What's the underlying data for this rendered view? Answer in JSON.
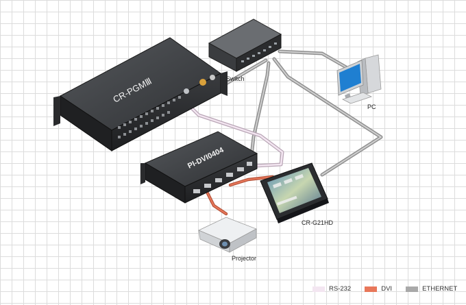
{
  "devices": {
    "main_processor": {
      "name": "CR-PGMⅢ"
    },
    "switcher": {
      "name": "PI-DVI0404"
    },
    "network_switch": {
      "label": "Switch"
    },
    "pc": {
      "label": "PC"
    },
    "touch_panel": {
      "label": "CR-G21HD"
    },
    "projector": {
      "label": "Projector"
    }
  },
  "legend": [
    {
      "label": "RS-232",
      "color": "#f3e6f1"
    },
    {
      "label": "DVI",
      "color": "#e8775a"
    },
    {
      "label": "ETHERNET",
      "color": "#a9a9a9"
    }
  ]
}
